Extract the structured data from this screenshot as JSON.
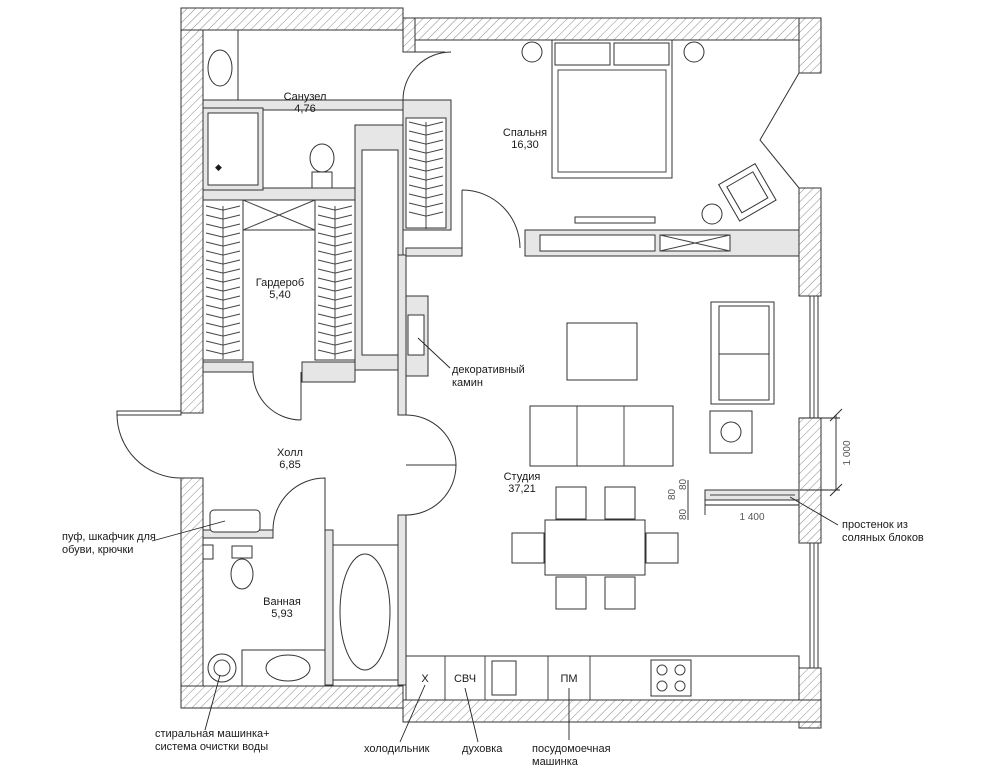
{
  "rooms": {
    "sanuzel": {
      "name": "Санузел",
      "area": "4,76"
    },
    "spalnya": {
      "name": "Спальня",
      "area": "16,30"
    },
    "garderob": {
      "name": "Гардероб",
      "area": "5,40"
    },
    "holl": {
      "name": "Холл",
      "area": "6,85"
    },
    "studiya": {
      "name": "Студия",
      "area": "37,21"
    },
    "vannaya": {
      "name": "Ванная",
      "area": "5,93"
    }
  },
  "annotations": {
    "kamin": [
      "декоративный",
      "камин"
    ],
    "puf": [
      "пуф, шкафчик для",
      "обуви, крючки"
    ],
    "prostenok": [
      "простенок из",
      "соляных блоков"
    ],
    "stiralnaya": [
      "стиральная машинка+",
      "система очистки воды"
    ],
    "holodilnik": "холодильник",
    "duhovka": "духовка",
    "posudomoechnaya": [
      "посудомоечная",
      "машинка"
    ]
  },
  "appliance_marks": {
    "fridge": "Х",
    "oven": "СВЧ",
    "dishwasher": "ПМ"
  },
  "dimensions": {
    "d1000": "1 000",
    "d1400": "1 400",
    "d80a": "80",
    "d80b": "80",
    "d80c": "80"
  }
}
